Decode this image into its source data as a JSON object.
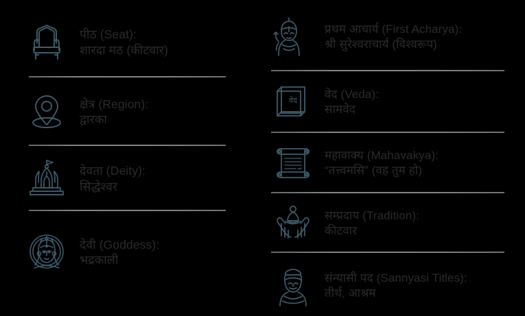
{
  "theme": {
    "background": "#000000",
    "icon_color": "#3f5d6b",
    "text_color": "#2b2b2b",
    "divider_color": "#b4b6b8"
  },
  "left_column": {
    "items": [
      {
        "icon": "throne-chair-icon",
        "label": "पीठ (Seat):",
        "value": "शारदा मठ (कीटवार)"
      },
      {
        "icon": "map-pin-icon",
        "label": "क्षेत्र (Region):",
        "value": "द्वारका"
      },
      {
        "icon": "temple-icon",
        "label": "देवता (Deity):",
        "value": "सिद्धेश्वर"
      },
      {
        "icon": "goddess-face-icon",
        "label": "देवी (Goddess):",
        "value": "भद्रकाली"
      }
    ]
  },
  "right_column": {
    "items": [
      {
        "icon": "acharya-sage-icon",
        "label": "प्रथम आचार्य (First Acharya):",
        "value": "श्री सुरेश्वराचार्य (विश्वरूप)"
      },
      {
        "icon": "veda-book-icon",
        "icon_text": "वेद",
        "label": "वेद (Veda):",
        "value": "सामवेद"
      },
      {
        "icon": "scroll-icon",
        "label": "महावाक्य (Mahavakya):",
        "value": "“तत्त्वमसि” (वह तुम हो)"
      },
      {
        "icon": "hands-meditation-icon",
        "label": "सम्प्रदाय (Tradition):",
        "value": "कीटवार"
      },
      {
        "icon": "sannyasi-monk-icon",
        "label": "संन्यासी पद (Sannyasi Titles):",
        "value": "तीर्थ, आश्रम"
      }
    ]
  }
}
